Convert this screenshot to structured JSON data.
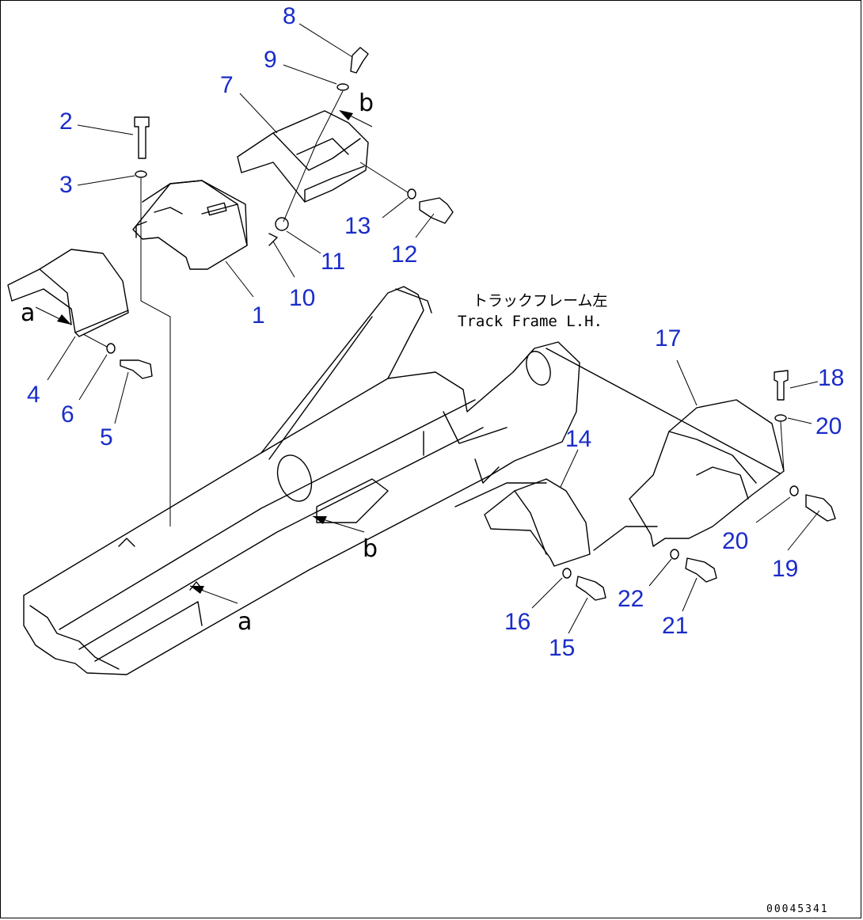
{
  "diagram": {
    "callouts": [
      {
        "id": "c8",
        "text": "8"
      },
      {
        "id": "c9",
        "text": "9"
      },
      {
        "id": "c7",
        "text": "7"
      },
      {
        "id": "c2",
        "text": "2"
      },
      {
        "id": "c3",
        "text": "3"
      },
      {
        "id": "c13",
        "text": "13"
      },
      {
        "id": "c12",
        "text": "12"
      },
      {
        "id": "c11",
        "text": "11"
      },
      {
        "id": "c10",
        "text": "10"
      },
      {
        "id": "c1",
        "text": "1"
      },
      {
        "id": "c4",
        "text": "4"
      },
      {
        "id": "c6",
        "text": "6"
      },
      {
        "id": "c5",
        "text": "5"
      },
      {
        "id": "c17",
        "text": "17"
      },
      {
        "id": "c18",
        "text": "18"
      },
      {
        "id": "c20a",
        "text": "20"
      },
      {
        "id": "c14",
        "text": "14"
      },
      {
        "id": "c20b",
        "text": "20"
      },
      {
        "id": "c19",
        "text": "19"
      },
      {
        "id": "c22",
        "text": "22"
      },
      {
        "id": "c21",
        "text": "21"
      },
      {
        "id": "c16",
        "text": "16"
      },
      {
        "id": "c15",
        "text": "15"
      }
    ],
    "view_refs": {
      "b_top": "b",
      "a_left": "a",
      "b_mid": "b",
      "a_bottom": "a"
    },
    "track_frame_label": {
      "japanese": "トラックフレーム左",
      "english": "Track Frame L.H."
    },
    "document_number": "00045341",
    "colors": {
      "callout": "#1a2cc8",
      "line": "#000000",
      "background": "#ffffff"
    }
  }
}
